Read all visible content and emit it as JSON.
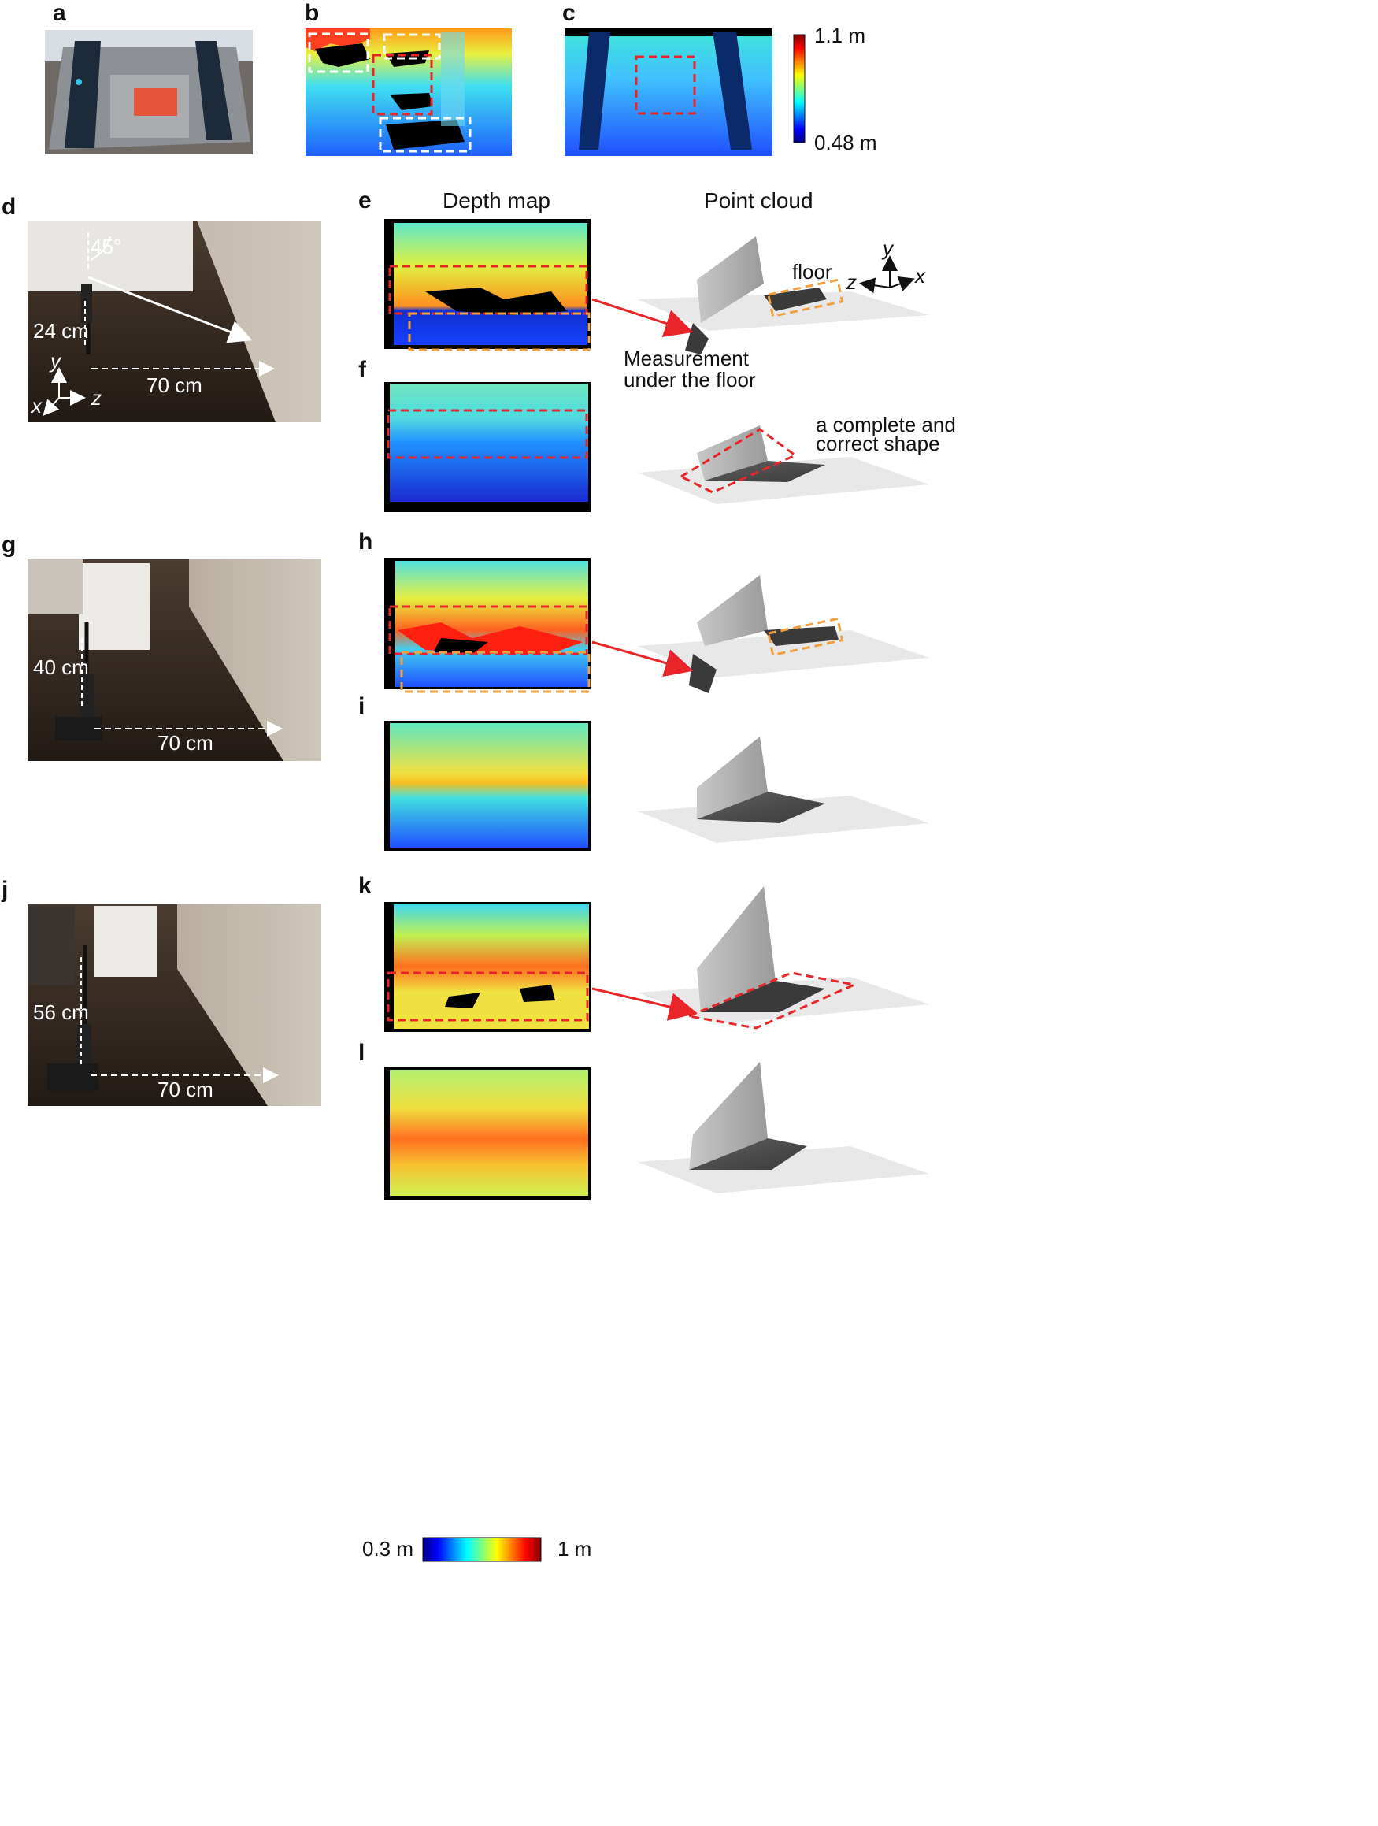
{
  "panels": {
    "a": "a",
    "b": "b",
    "c": "c",
    "d": "d",
    "e": "e",
    "f": "f",
    "g": "g",
    "h": "h",
    "i": "i",
    "j": "j",
    "k": "k",
    "l": "l"
  },
  "column_headers": {
    "depth_map": "Depth map",
    "point_cloud": "Point cloud"
  },
  "colorbar_top": {
    "max": "1.1 m",
    "min": "0.48 m"
  },
  "colorbar_bottom": {
    "min": "0.3 m",
    "max": "1 m"
  },
  "annotations": {
    "angle": "45°",
    "height_d": "24 cm",
    "height_g": "40 cm",
    "height_j": "56 cm",
    "distance": "70 cm",
    "floor": "floor",
    "measurement_line1": "Measurement",
    "measurement_line2": "under the floor",
    "complete_line1": "a complete and",
    "complete_line2": "correct shape"
  },
  "axes": {
    "x": "x",
    "y": "y",
    "z": "z"
  },
  "colors": {
    "red_dash": "#e8262a",
    "orange_dash": "#f0a040",
    "white_dash": "#ffffff",
    "floor_dark": "#2d2520",
    "wall": "#b5aa9c"
  }
}
